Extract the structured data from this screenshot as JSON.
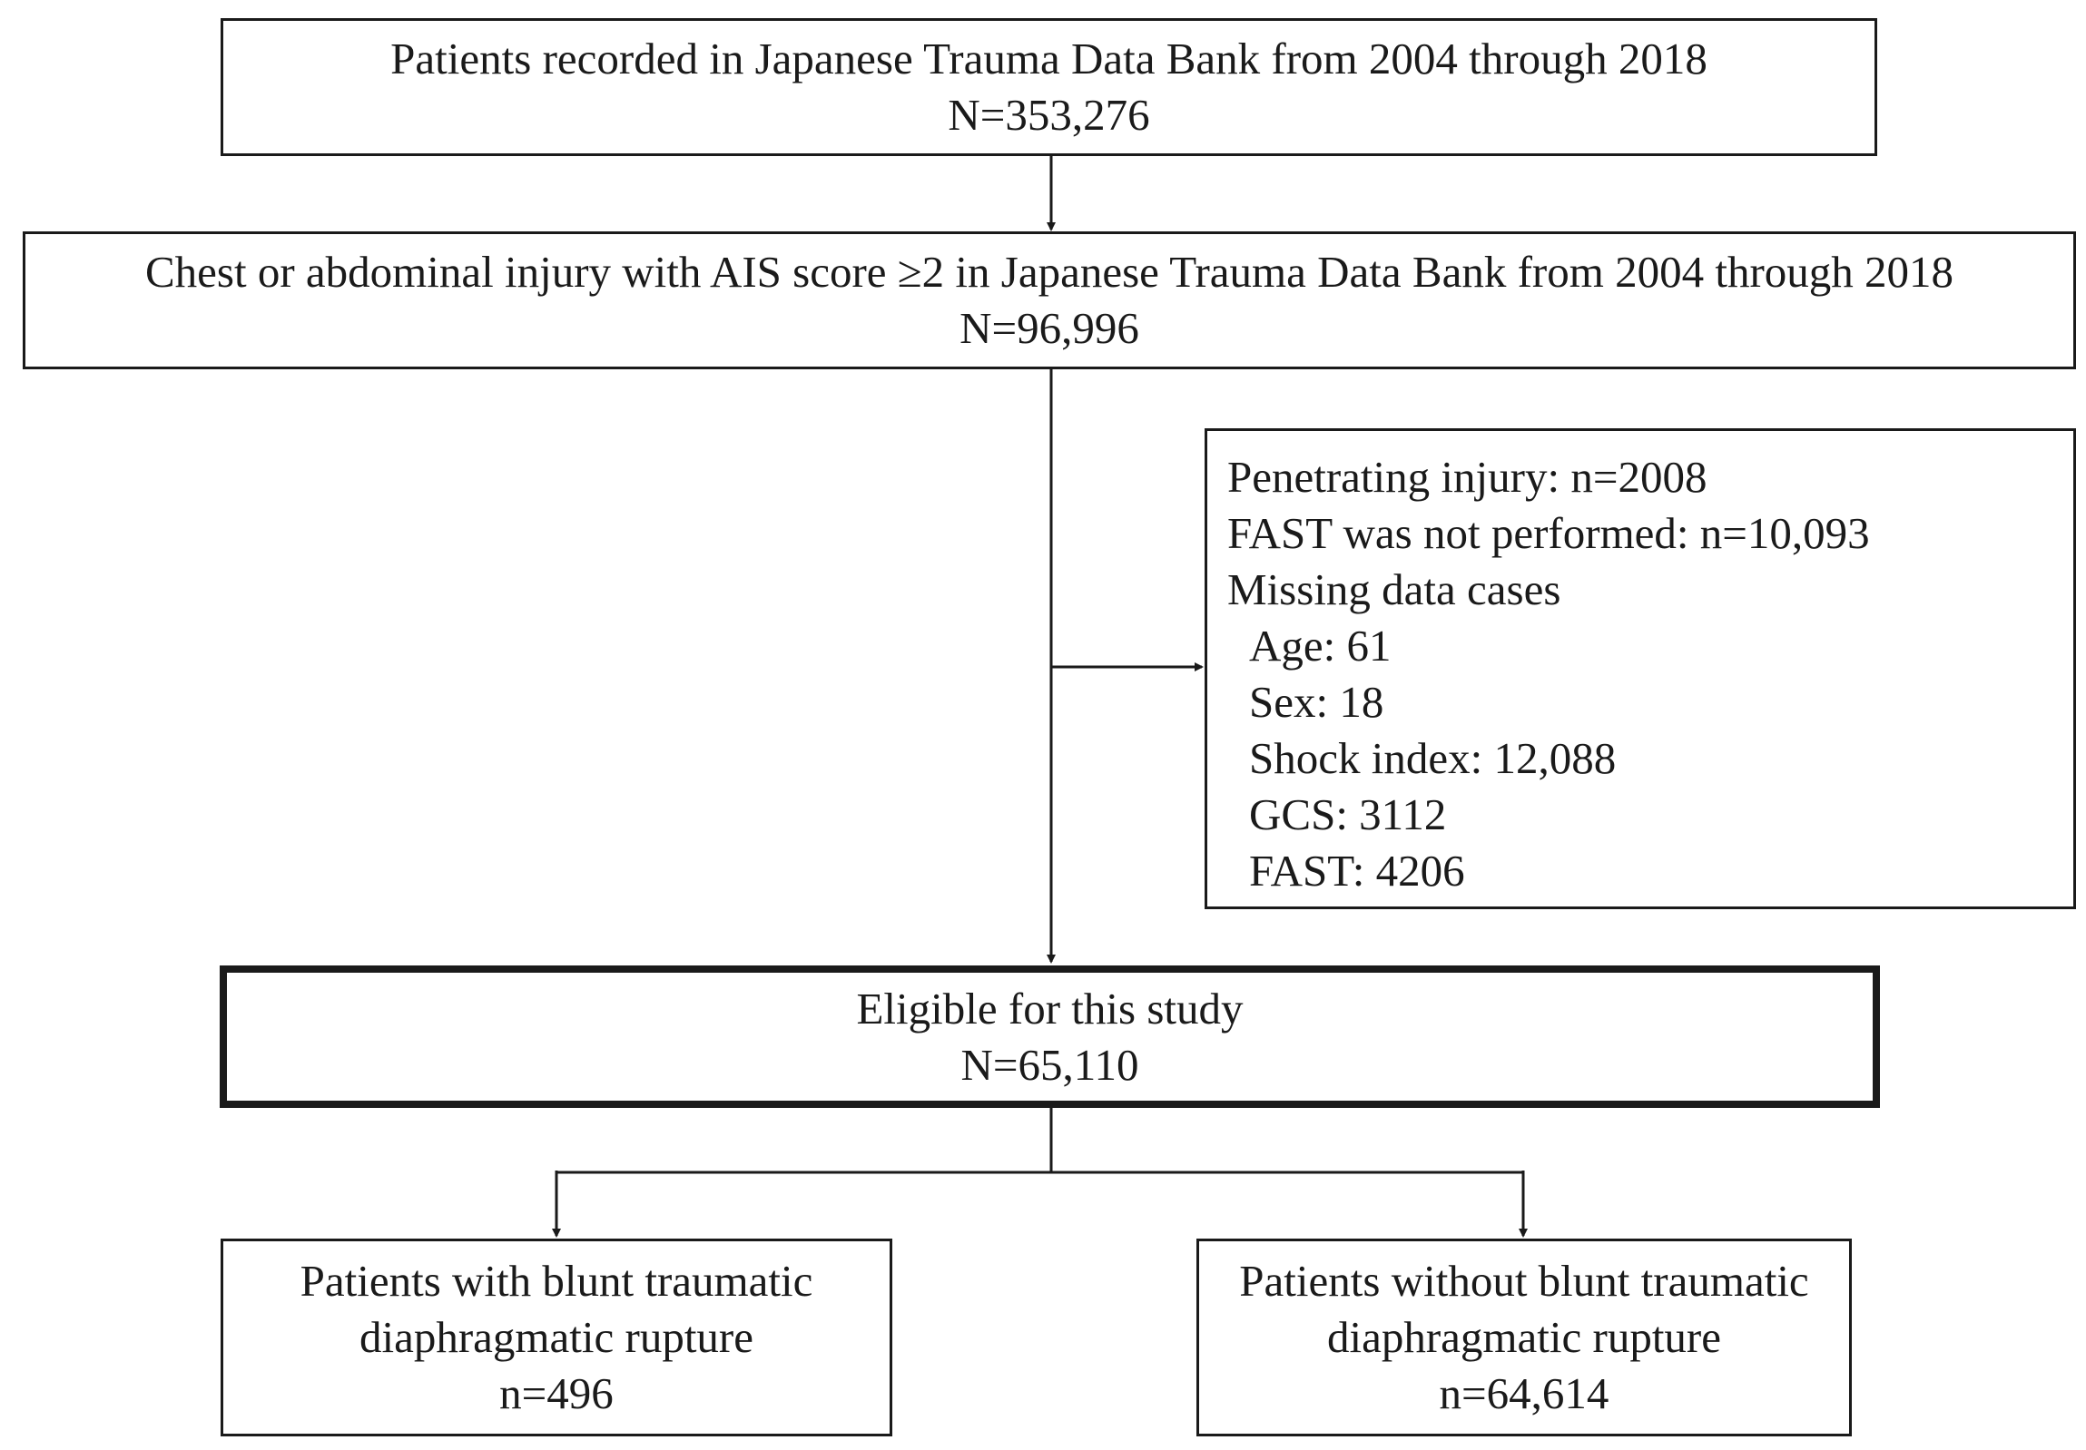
{
  "flowchart": {
    "all_patients": {
      "line1": "Patients recorded in Japanese Trauma Data Bank from 2004 through 2018",
      "count": "N=353,276"
    },
    "chest_abdominal": {
      "line1": "Chest or abdominal injury with AIS score ≥2 in Japanese Trauma Data Bank from 2004 through 2018",
      "count": "N=96,996"
    },
    "exclusions": {
      "penetrating": "Penetrating injury: n=2008",
      "fast_not_performed": "FAST was not performed: n=10,093",
      "missing_heading": "Missing data cases",
      "missing_items": [
        "Age: 61",
        "Sex: 18",
        "Shock index: 12,088",
        "GCS: 3112",
        "FAST: 4206"
      ]
    },
    "eligible": {
      "line1": "Eligible for this study",
      "count": "N=65,110"
    },
    "with_rupture": {
      "line1": "Patients with blunt traumatic",
      "line2": "diaphragmatic rupture",
      "count": "n=496"
    },
    "without_rupture": {
      "line1": "Patients without blunt traumatic",
      "line2": "diaphragmatic rupture",
      "count": "n=64,614"
    }
  }
}
